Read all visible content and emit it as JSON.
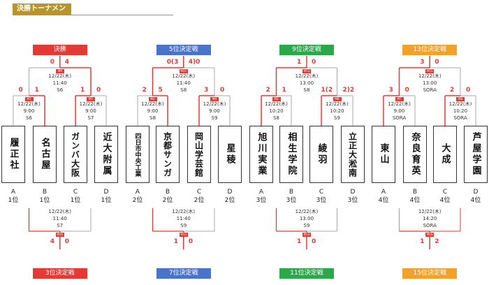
{
  "header": {
    "title": "決勝トーナメント"
  },
  "colors": {
    "red": "#e53935",
    "blue": "#4a74c9",
    "green": "#2aa84a",
    "orange": "#f2a22a",
    "gold": "#b8952a"
  },
  "teams": [
    {
      "name": "履正社",
      "group": "A",
      "rank": "1位"
    },
    {
      "name": "名古屋",
      "group": "B",
      "rank": "1位"
    },
    {
      "name": "ガンバ大阪",
      "group": "C",
      "rank": "1位"
    },
    {
      "name": "近大附属",
      "group": "D",
      "rank": "1位"
    },
    {
      "name": "四日市中央工業",
      "group": "A",
      "rank": "2位"
    },
    {
      "name": "京都サンガ",
      "group": "B",
      "rank": "2位"
    },
    {
      "name": "岡山学芸館",
      "group": "C",
      "rank": "2位"
    },
    {
      "name": "星稜",
      "group": "D",
      "rank": "2位"
    },
    {
      "name": "旭川実業",
      "group": "A",
      "rank": "3位"
    },
    {
      "name": "相生学院",
      "group": "B",
      "rank": "3位"
    },
    {
      "name": "綾羽",
      "group": "C",
      "rank": "3位"
    },
    {
      "name": "立正大淞南",
      "group": "D",
      "rank": "3位"
    },
    {
      "name": "東山",
      "group": "A",
      "rank": "4位"
    },
    {
      "name": "奈良育英",
      "group": "B",
      "rank": "4位"
    },
    {
      "name": "大成",
      "group": "C",
      "rank": "4位"
    },
    {
      "name": "芦屋学園",
      "group": "D",
      "rank": "4位"
    }
  ],
  "brackets": [
    {
      "banner_top": "決勝",
      "banner_bottom": "3位決定戦",
      "final": {
        "id": "M9",
        "date": "12/22(木)",
        "time": "11:40",
        "venue": "S6",
        "score_left": "0",
        "score_right": "4"
      },
      "semis": [
        {
          "id": "M1",
          "date": "12/22(木)",
          "time": "9:00",
          "venue": "S6",
          "score_left": "0",
          "score_right": "1"
        },
        {
          "id": "M2",
          "date": "12/22(木)",
          "time": "9:00",
          "venue": "S7",
          "score_left": "1",
          "score_right": "0"
        }
      ],
      "bottom": {
        "id": "M10",
        "date": "12/22(木)",
        "time": "11:40",
        "venue": "S7",
        "score_left": "4",
        "score_right": "0"
      }
    },
    {
      "banner_top": "5位決定戦",
      "banner_bottom": "7位決定戦",
      "final": {
        "id": "M11",
        "date": "12/22(木)",
        "time": "11:40",
        "venue": "S8",
        "score_left": "0(3",
        "score_right": "4)0"
      },
      "semis": [
        {
          "id": "M3",
          "date": "12/22(木)",
          "time": "9:00",
          "venue": "S8",
          "score_left": "2",
          "score_right": "5"
        },
        {
          "id": "M4",
          "date": "12/22(木)",
          "time": "9:00",
          "venue": "S9",
          "score_left": "3",
          "score_right": "0"
        }
      ],
      "bottom": {
        "id": "M12",
        "date": "12/22(木)",
        "time": "11:40",
        "venue": "S9",
        "score_left": "1",
        "score_right": "0"
      }
    },
    {
      "banner_top": "9位決定戦",
      "banner_bottom": "11位決定戦",
      "final": {
        "id": "M13",
        "date": "12/22(木)",
        "time": "13:00",
        "venue": "S8",
        "score_left": "1",
        "score_right": "0"
      },
      "semis": [
        {
          "id": "M5",
          "date": "12/22(木)",
          "time": "10:20",
          "venue": "S8",
          "score_left": "2",
          "score_right": "1"
        },
        {
          "id": "M6",
          "date": "12/22(木)",
          "time": "10:20",
          "venue": "S9",
          "score_left": "1(2",
          "score_right": "2)2"
        }
      ],
      "bottom": {
        "id": "M14",
        "date": "12/22(木)",
        "time": "13:00",
        "venue": "S9",
        "score_left": "1",
        "score_right": "0"
      }
    },
    {
      "banner_top": "13位決定戦",
      "banner_bottom": "15位決定戦",
      "final": {
        "id": "M15",
        "date": "12/22(木)",
        "time": "13:00",
        "venue": "SORA",
        "score_left": "3",
        "score_right": "0"
      },
      "semis": [
        {
          "id": "M7",
          "date": "12/22(木)",
          "time": "9:00",
          "venue": "SORA",
          "score_left": "3",
          "score_right": "0"
        },
        {
          "id": "M8",
          "date": "12/22(木)",
          "time": "10:20",
          "venue": "SORA",
          "score_left": "2",
          "score_right": "0"
        }
      ],
      "bottom": {
        "id": "M16",
        "date": "12/22(木)",
        "time": "14:20",
        "venue": "SORA",
        "score_left": "1",
        "score_right": "2"
      }
    }
  ]
}
